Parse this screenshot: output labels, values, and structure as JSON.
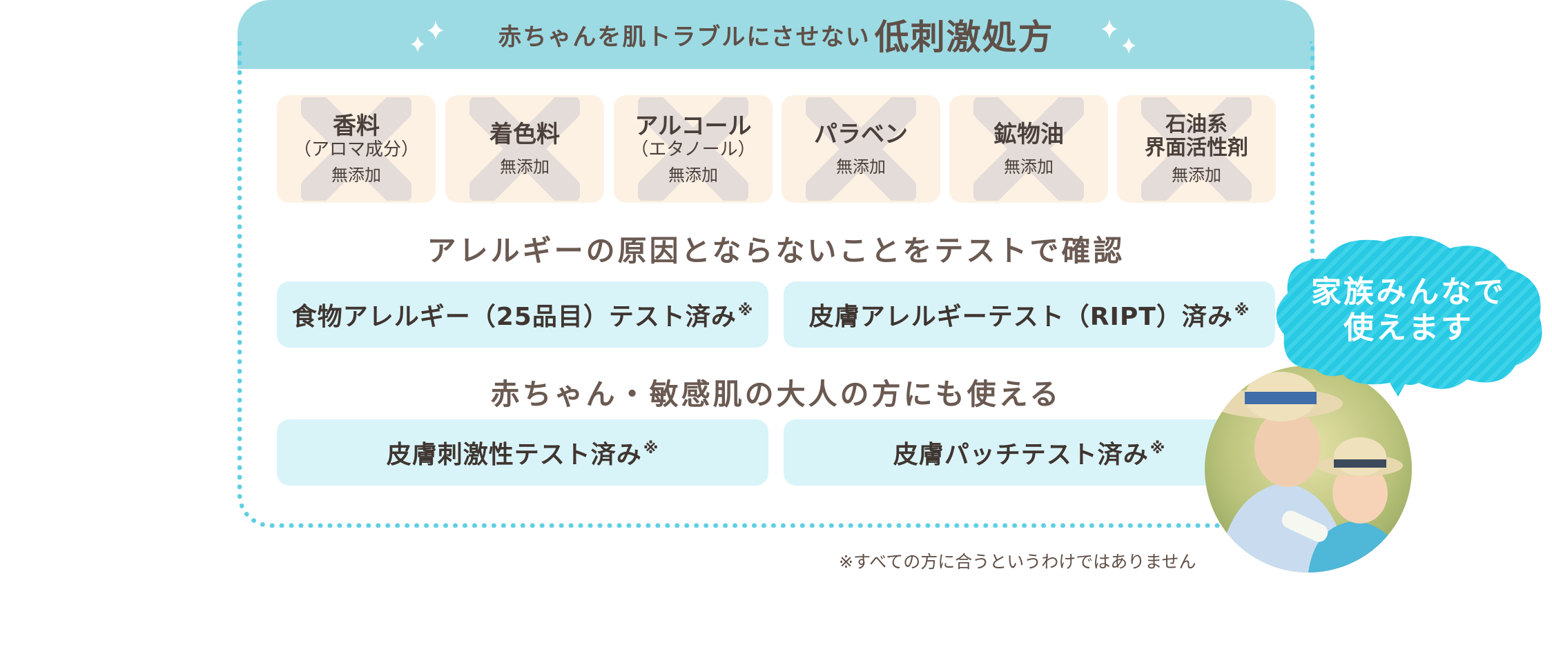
{
  "header": {
    "lead": "赤ちゃんを肌トラブルにさせない",
    "emphasis": "低刺激処方"
  },
  "additives": [
    {
      "name": "香料",
      "sub": "（アロマ成分）",
      "tag": "無添加"
    },
    {
      "name": "着色料",
      "sub": "",
      "tag": "無添加"
    },
    {
      "name": "アルコール",
      "sub": "（エタノール）",
      "tag": "無添加"
    },
    {
      "name": "パラベン",
      "sub": "",
      "tag": "無添加"
    },
    {
      "name": "鉱物油",
      "sub": "",
      "tag": "無添加"
    },
    {
      "name": "石油系\n界面活性剤",
      "sub": "",
      "tag": "無添加"
    }
  ],
  "allergy": {
    "title": "アレルギーの原因とならないことをテストで確認",
    "tests": [
      {
        "label": "食物アレルギー（25品目）テスト済み",
        "mark": "※"
      },
      {
        "label": "皮膚アレルギーテスト（RIPT）済み",
        "mark": "※"
      }
    ]
  },
  "sensitive": {
    "title": "赤ちゃん・敏感肌の大人の方にも使える",
    "tests": [
      {
        "label": "皮膚刺激性テスト済み",
        "mark": "※"
      },
      {
        "label": "皮膚パッチテスト済み",
        "mark": "※"
      }
    ]
  },
  "note": "※すべての方に合うというわけではありません",
  "bubble": {
    "text": "家族みんなで\n使えます"
  },
  "colors": {
    "header_bg": "#9ddbe4",
    "dots": "#5fd0e2",
    "additive_bg": "#fdf1e3",
    "pill_bg": "#d9f4f9",
    "bubble": "#27c9e3",
    "text": "#5f4f47"
  }
}
